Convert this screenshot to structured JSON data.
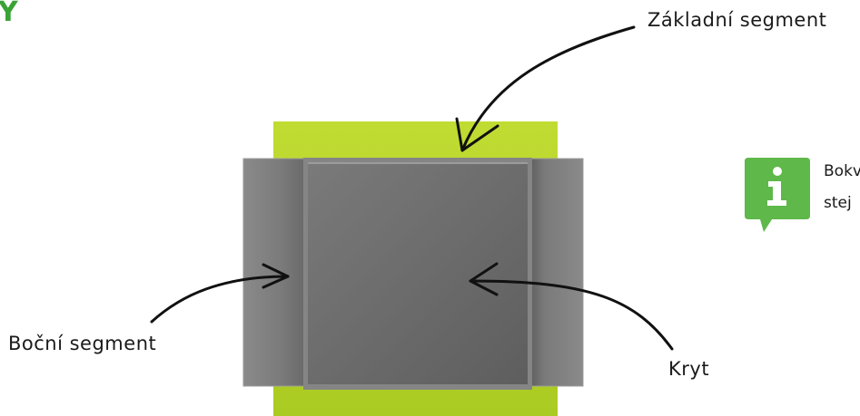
{
  "heading": "Y",
  "labels": {
    "base_segment": "Základní segment",
    "side_segment": "Boční segment",
    "cover": "Kryt"
  },
  "info_note": {
    "line1": "Bokv",
    "line2": "stej",
    "icon": "info-icon"
  },
  "colors": {
    "accent_green": "#3aa335",
    "base_lime": "#b5d42a",
    "cover_gray": "#6f6f6f",
    "text": "#1a1a1a"
  }
}
